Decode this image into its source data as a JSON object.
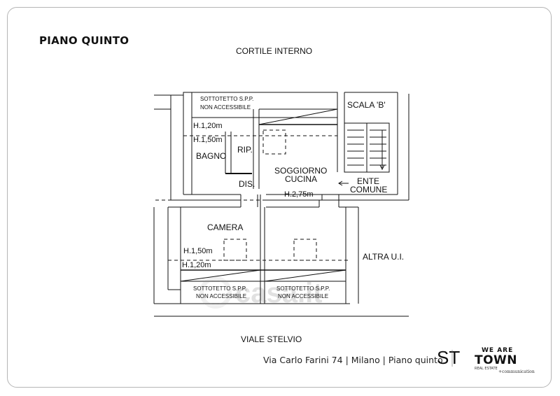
{
  "title": "PIANO QUINTO",
  "labels": {
    "courtyard": "CORTILE INTERNO",
    "street": "VIALE STELVIO",
    "other_unit": "ALTRA U.I.",
    "stair": "SCALA 'B'",
    "common_entrance_line1": "ENTE",
    "common_entrance_line2": "COMUNE",
    "attic_top_line1": "SOTTOTETTO S.P.P.",
    "attic_top_line2": "NON ACCESSIBILE",
    "attic_bottom_left_line1": "SOTTOTETTO S.P.P.",
    "attic_bottom_left_line2": "NON ACCESSIBILE",
    "attic_bottom_right_line1": "SOTTOTETTO S.P.P.",
    "attic_bottom_right_line2": "NON ACCESSIBILE",
    "height_120_top": "H.1,20m",
    "height_150_top": "H.1,50m",
    "height_275": "H.2,75m",
    "height_150_bottom": "H.1,50m",
    "height_120_bottom": "H.1,20m",
    "bathroom": "BAGNO",
    "storage": "RIP.",
    "hallway": "DIS.",
    "living_line1": "SOGGIORNO",
    "living_line2": "CUCINA",
    "bedroom": "CAMERA",
    "watermark": "casa.it"
  },
  "caption": "Via Carlo Farini 74 | Milano | Piano quinto",
  "logos": {
    "st_mark": "ST",
    "town_line1": "WE ARE",
    "town_line2": "TOWN",
    "town_line3": "REAL ESTATE",
    "town_line4": "+communication"
  }
}
